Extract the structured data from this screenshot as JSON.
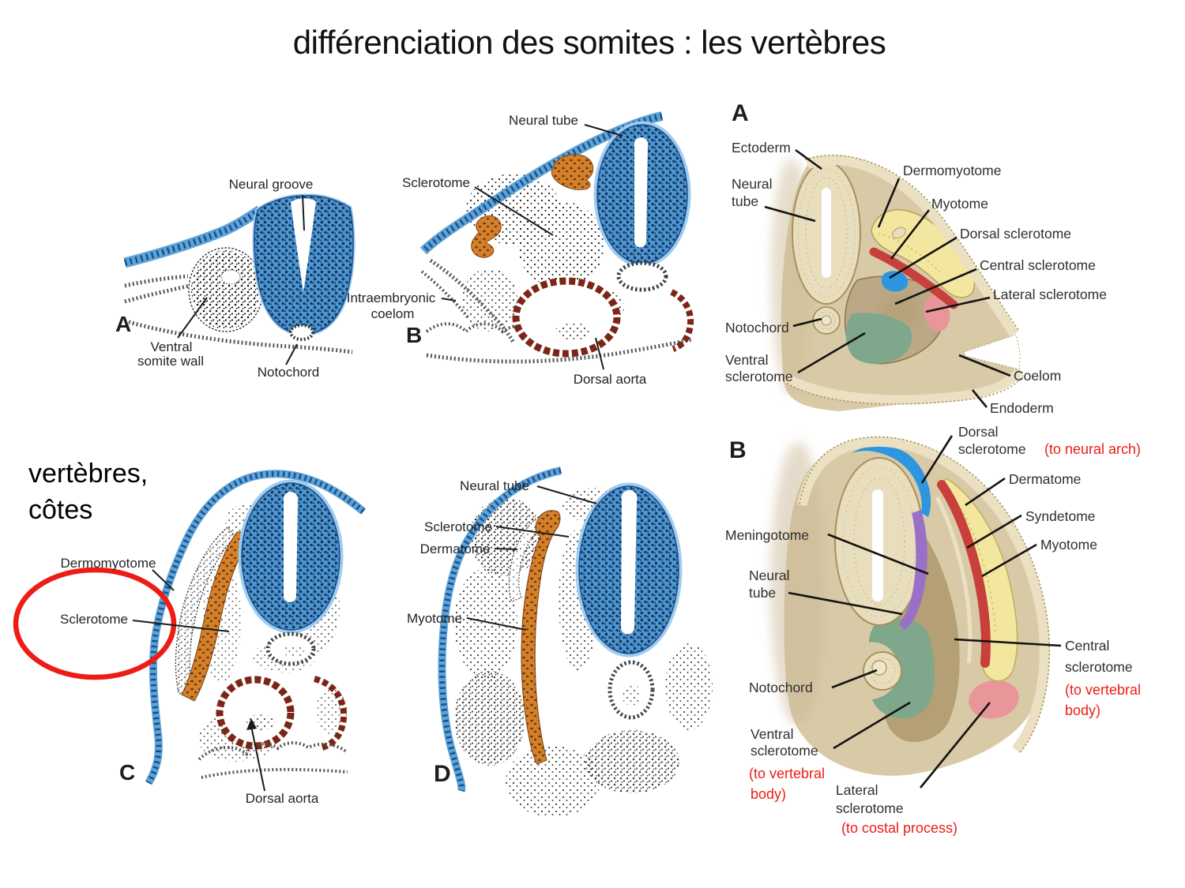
{
  "title": "différenciation des somites : les vertèbres",
  "side_note": {
    "l1": "vertèbres,",
    "l2": "côtes"
  },
  "colors": {
    "annotation_red": "#ed1c16",
    "neural_blue": "#4f97cd",
    "navy": "#13386b",
    "somite_orange": "#d4802b",
    "aorta_maroon": "#7c2415",
    "embryo_tan": "#d9caa7",
    "tube_beige": "#e8ddbd",
    "dermomyotome_yellow": "#f3e79f",
    "myotome_red": "#c8403c",
    "dorsal_sclerotome_blue": "#2e96df",
    "ventral_sclerotome_green": "#7ea78c",
    "lateral_sclerotome_pink": "#e9969a",
    "meningotome_purple": "#9a6fc8",
    "central_sclerotome_tan": "#b29d71"
  },
  "p1": {
    "letter": "A",
    "neural_groove": "Neural groove",
    "ventral_l1": "Ventral",
    "ventral_l2": "somite wall",
    "notochord": "Notochord"
  },
  "p2": {
    "letter": "B",
    "neural_tube": "Neural tube",
    "sclerotome": "Sclerotome",
    "intra_l1": "Intraembryonic",
    "intra_l2": "coelom",
    "dorsal_aorta": "Dorsal aorta"
  },
  "p3": {
    "letter": "A",
    "ectoderm": "Ectoderm",
    "neural_l1": "Neural",
    "neural_l2": "tube",
    "notochord": "Notochord",
    "ventral_l1": "Ventral",
    "ventral_l2": "sclerotome",
    "dermomyotome": "Dermomyotome",
    "myotome": "Myotome",
    "dorsal_sclerotome": "Dorsal sclerotome",
    "central_sclerotome": "Central sclerotome",
    "lateral_sclerotome": "Lateral sclerotome",
    "coelom": "Coelom",
    "endoderm": "Endoderm"
  },
  "p4": {
    "letter": "C",
    "dermomyotome": "Dermomyotome",
    "sclerotome": "Sclerotome",
    "dorsal_aorta": "Dorsal aorta"
  },
  "p5": {
    "letter": "D",
    "neural_tube": "Neural tube",
    "sclerotome": "Sclerotome",
    "dermatome": "Dermatome",
    "myotome": "Myotome"
  },
  "p6": {
    "letter": "B",
    "dorsal_l1": "Dorsal",
    "dorsal_l2": "sclerotome",
    "to_neural_arch": "(to neural arch)",
    "dermatome": "Dermatome",
    "syndetome": "Syndetome",
    "myotome": "Myotome",
    "meningotome": "Meningotome",
    "neural_l1": "Neural",
    "neural_l2": "tube",
    "notochord": "Notochord",
    "central_l1": "Central",
    "central_l2": "sclerotome",
    "central_red_l1": "(to vertebral",
    "central_red_l2": "body)",
    "ventral_l1": "Ventral",
    "ventral_l2": "sclerotome",
    "ventral_red_l1": "(to vertebral",
    "ventral_red_l2": "body)",
    "lateral_l1": "Lateral",
    "lateral_l2": "sclerotome",
    "to_costal_process": "(to costal process)"
  }
}
